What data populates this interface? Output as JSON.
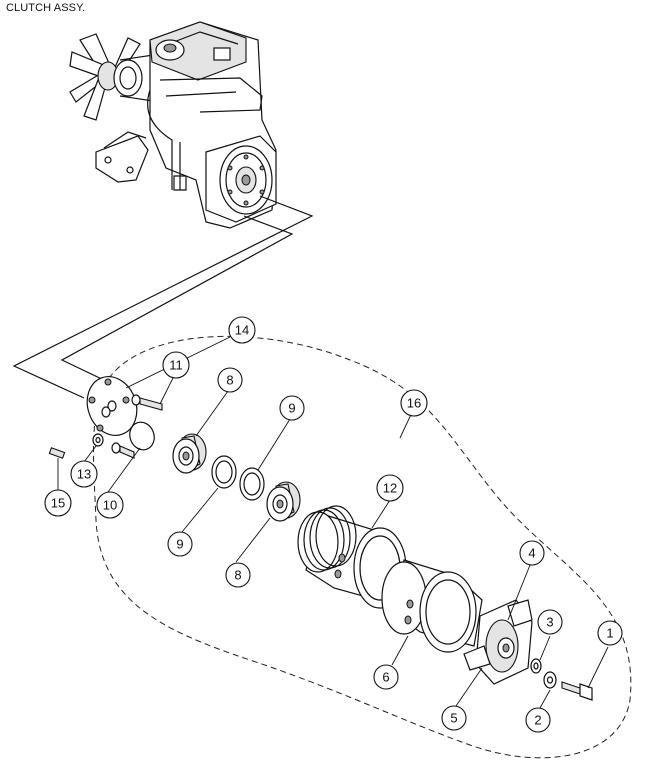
{
  "title": "CLUTCH ASSY.",
  "callouts": [
    {
      "id": "c1",
      "label": "1"
    },
    {
      "id": "c2",
      "label": "2"
    },
    {
      "id": "c3",
      "label": "3"
    },
    {
      "id": "c4",
      "label": "4"
    },
    {
      "id": "c5",
      "label": "5"
    },
    {
      "id": "c6",
      "label": "6"
    },
    {
      "id": "c8a",
      "label": "8"
    },
    {
      "id": "c8b",
      "label": "8"
    },
    {
      "id": "c9a",
      "label": "9"
    },
    {
      "id": "c9b",
      "label": "9"
    },
    {
      "id": "c10",
      "label": "10"
    },
    {
      "id": "c11",
      "label": "11"
    },
    {
      "id": "c12",
      "label": "12"
    },
    {
      "id": "c13",
      "label": "13"
    },
    {
      "id": "c14",
      "label": "14"
    },
    {
      "id": "c15",
      "label": "15"
    },
    {
      "id": "c16",
      "label": "16"
    }
  ]
}
